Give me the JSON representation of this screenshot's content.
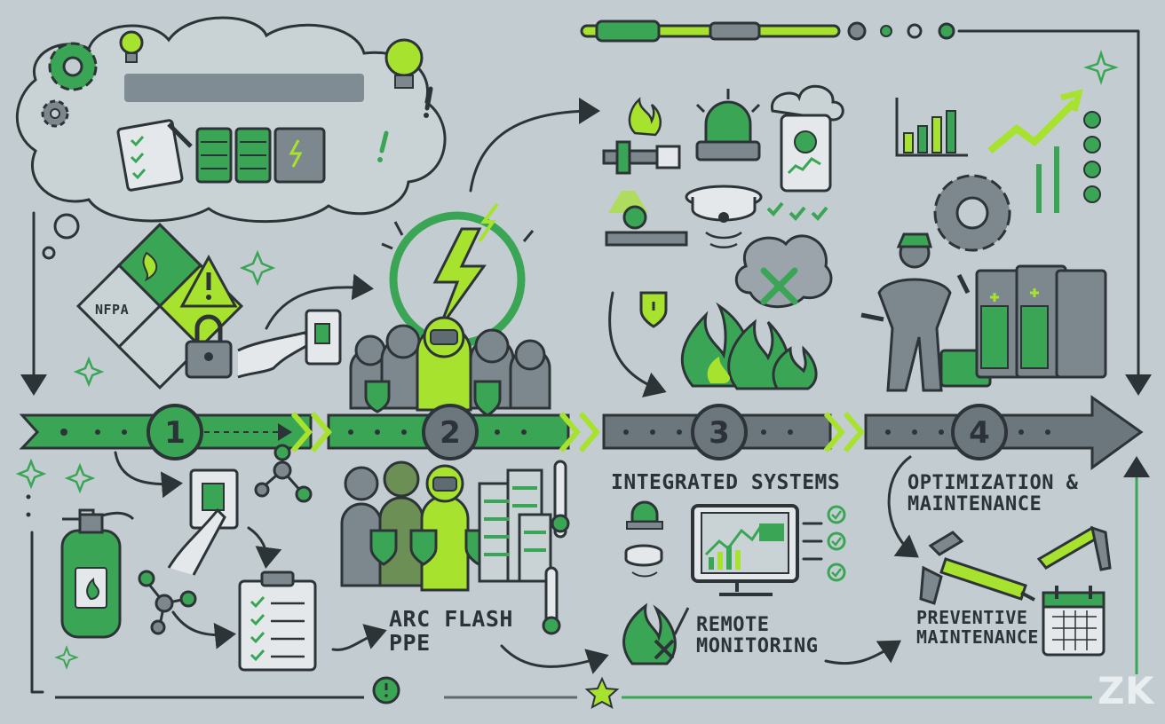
{
  "header": {
    "title_placeholder": ""
  },
  "hazard_diamond": {
    "label": "NFPA"
  },
  "steps": [
    {
      "number": "1"
    },
    {
      "number": "2"
    },
    {
      "number": "3"
    },
    {
      "number": "4"
    }
  ],
  "labels": {
    "arc_flash": "ARC FLASH\nPPE",
    "integrated": "INTEGRATED SYSTEMS",
    "remote": "REMOTE\nMONITORING",
    "optimization": "OPTIMIZATION &\nMAINTENANCE",
    "preventive": "PREVENTIVE\nMAINTENANCE"
  },
  "watermark": "ZK",
  "colors": {
    "background": "#c3cdd1",
    "accent_green": "#3aa655",
    "lime": "#a6e22e",
    "slate": "#5f6b73",
    "ink": "#2d3438"
  }
}
